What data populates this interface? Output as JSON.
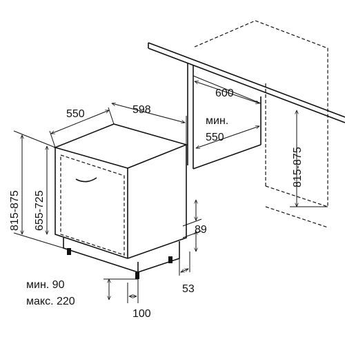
{
  "dimensions": {
    "depth": "550",
    "width": "598",
    "niche_width": "600",
    "niche_depth_prefix": "мин.",
    "niche_depth": "550",
    "niche_height": "815-875",
    "machine_height": "815-875",
    "door_height": "655-725",
    "plinth_height": "89",
    "plinth_depth": "53",
    "door_gap_min": "мин. 90",
    "door_gap_max": "макс. 220",
    "foot_offset": "100"
  }
}
